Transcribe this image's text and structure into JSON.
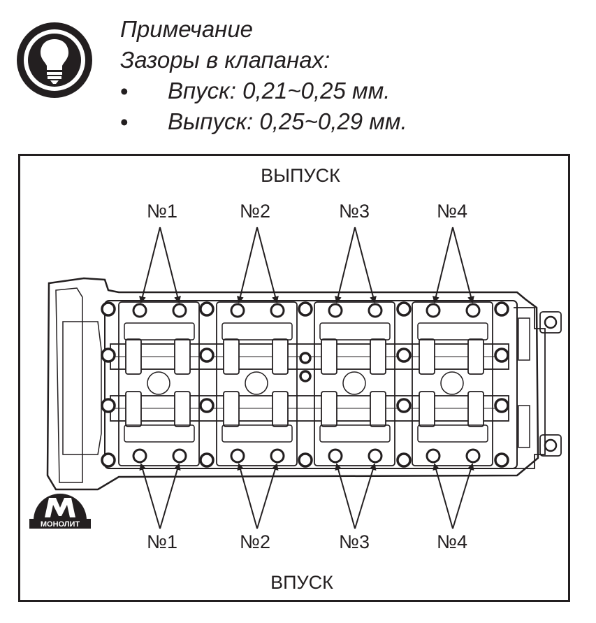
{
  "note": {
    "title": "Примечание",
    "subtitle": "Зазоры в клапанах:",
    "items": [
      "Впуск: 0,21~0,25 мм.",
      "Выпуск: 0,25~0,29 мм."
    ],
    "bullet": "•",
    "icon": "lightbulb-icon"
  },
  "diagram": {
    "top_label": "ВЫПУСК",
    "bottom_label": "ВПУСК",
    "cylinders_top": [
      "№1",
      "№2",
      "№3",
      "№4"
    ],
    "cylinders_bottom": [
      "№1",
      "№2",
      "№3",
      "№4"
    ]
  },
  "watermark": {
    "text": "МОНОЛИТ",
    "letter": "М"
  }
}
